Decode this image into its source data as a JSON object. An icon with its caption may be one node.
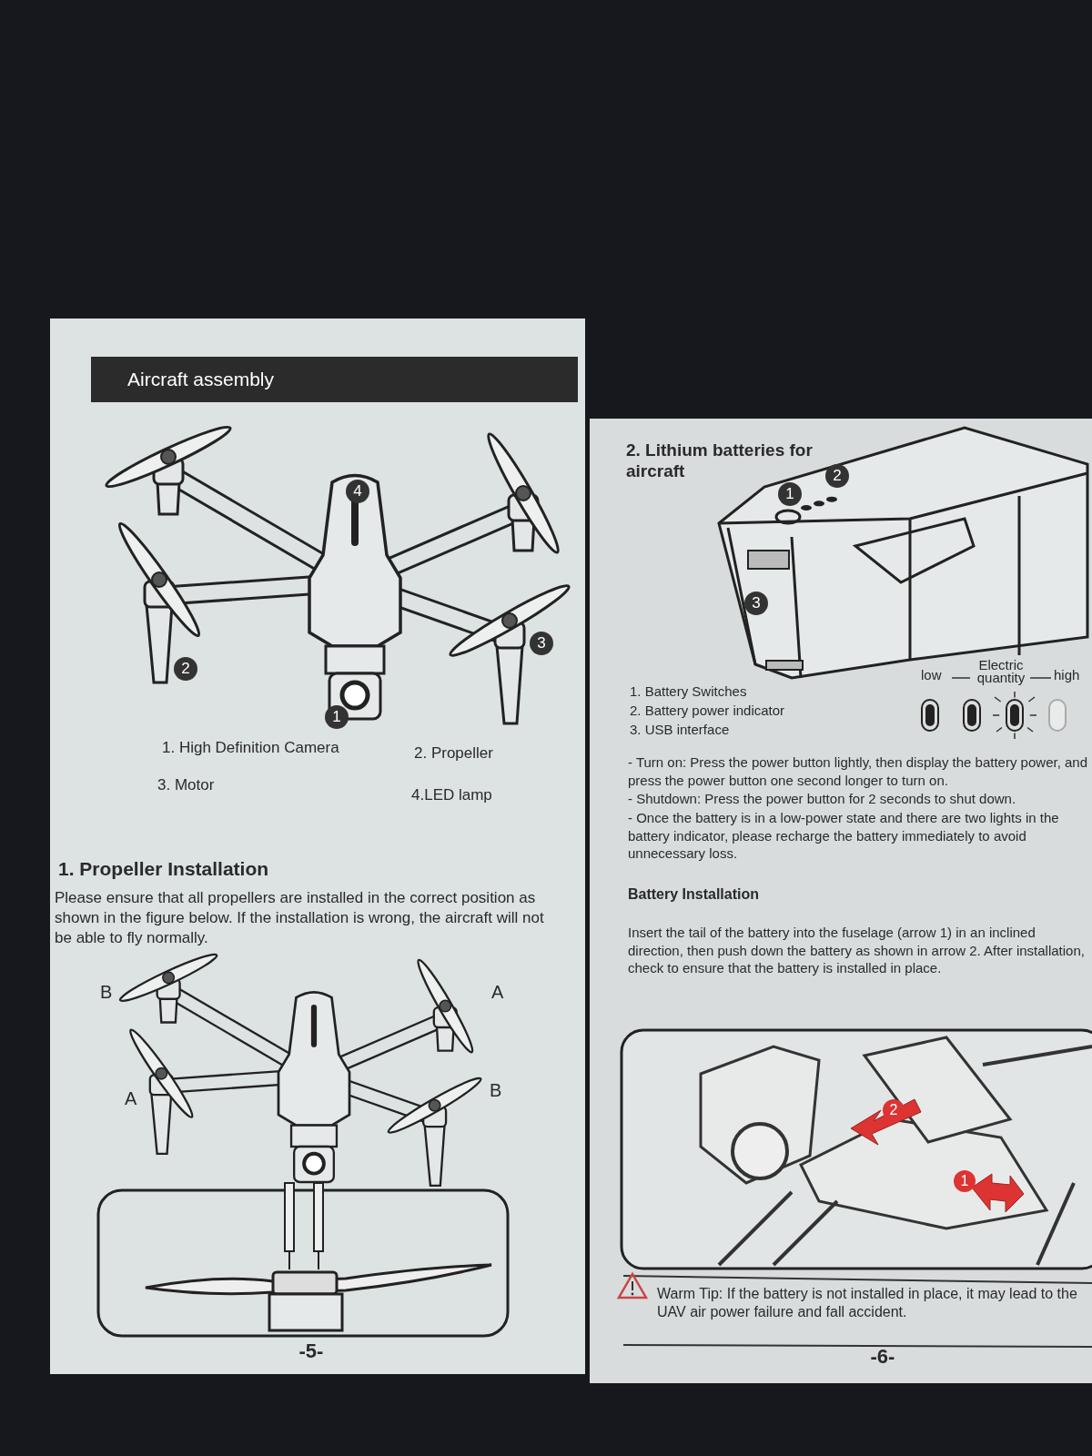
{
  "diagram": {
    "nodes": [
      {
        "text": [
          "Aircraft assembly"
        ]
      }
    ],
    "labels": [
      "4",
      "3",
      "2",
      "1",
      "1. High Definition Camera",
      "2. Propeller",
      "3. Motor",
      "4.LED lamp",
      "1. Propeller Installation",
      "Please ensure that all propellers are installed in the correct position as shown in the figure below. If the installation is wrong, the aircraft will not be able to fly normally.",
      "B",
      "A",
      "A",
      "B",
      "-5-",
      "2. Lithium batteries for aircraft",
      "2",
      "1",
      "3",
      "low",
      "Electric quantity",
      "high",
      "1. Battery Switches",
      "2. Battery power indicator",
      "3. USB interface",
      "- Turn on: Press the power button lightly, then display the battery power, and press the power button one second longer to turn on.",
      "- Shutdown: Press the power button for 2 seconds to shut down.",
      "- Once the battery is in a low-power state and there are two lights in the battery indicator, please recharge the battery immediately to avoid unnecessary loss.",
      "Battery Installation",
      "Insert the tail of the battery into the fuselage (arrow 1) in an inclined direction, then push down the battery as shown in arrow 2. After installation, check to ensure that the battery is installed in place.",
      "2",
      "1",
      "Warm Tip: If the battery is not installed in place, it may lead to the UAV air power failure and fall accident.",
      "-6-"
    ]
  }
}
